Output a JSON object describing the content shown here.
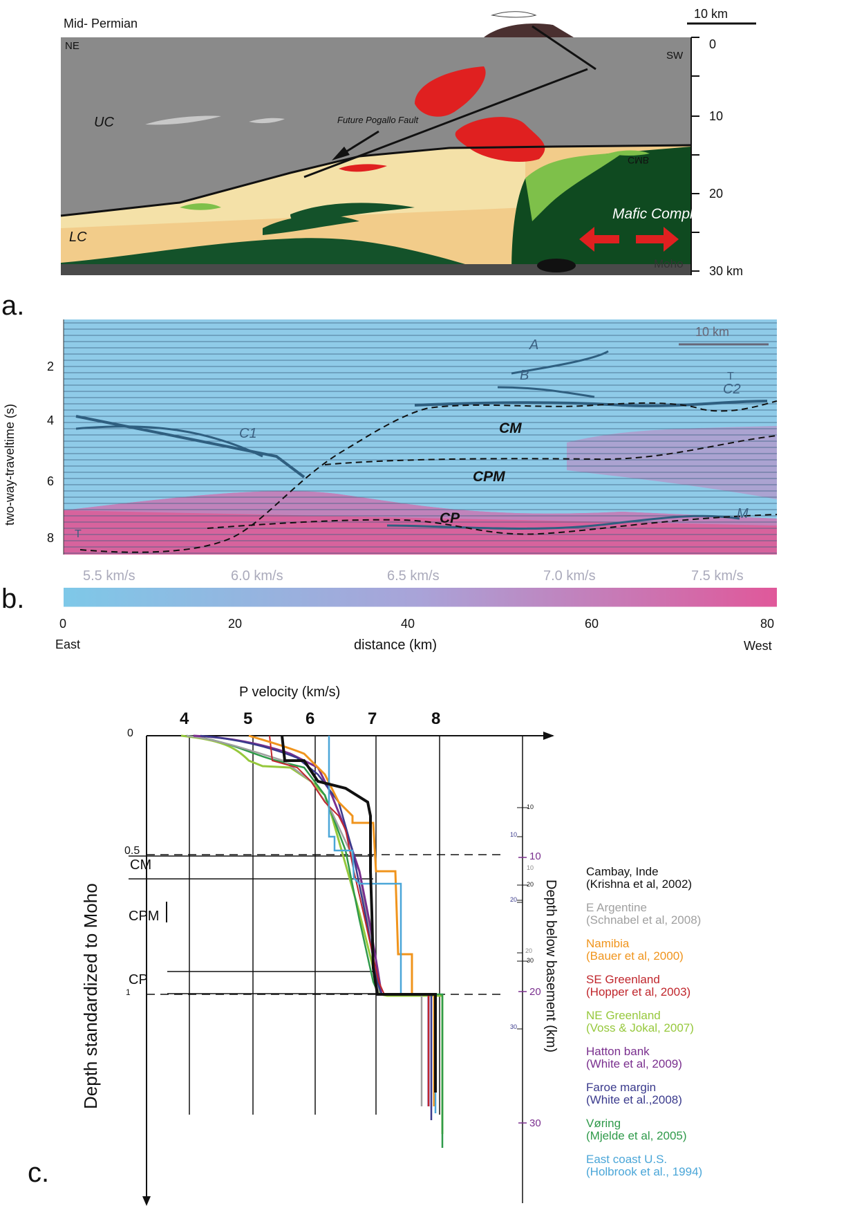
{
  "panel_a": {
    "letter": "a.",
    "period": "Mid- Permian",
    "scale": "10 km",
    "ne": "NE",
    "sw": "SW",
    "uc": "UC",
    "lc": "LC",
    "fault": "Future Pogallo Fault",
    "cmb": "CMB",
    "mafic": "Mafic Complex",
    "moho": "Moho",
    "depth_ticks": [
      "0",
      "10",
      "20",
      "30 km"
    ]
  },
  "panel_b": {
    "letter": "b.",
    "ylabel": "two-way-traveltime (s)",
    "yticks": [
      "2",
      "4",
      "6",
      "8"
    ],
    "scale": "10 km",
    "labels": {
      "A": "A",
      "B": "B",
      "C1": "C1",
      "C2": "C2",
      "T_left": "T",
      "T_right": "T",
      "M": "M",
      "CM": "CM",
      "CPM": "CPM",
      "CP": "CP"
    },
    "velocity_ticks": [
      "5.5 km/s",
      "6.0 km/s",
      "6.5 km/s",
      "7.0 km/s",
      "7.5 km/s"
    ],
    "distance_ticks": [
      "0",
      "20",
      "40",
      "60",
      "80"
    ],
    "east": "East",
    "west": "West",
    "xlabel": "distance (km)",
    "colors": {
      "low": "#7ec8e8",
      "mid": "#a9a3d8",
      "high": "#e0589a"
    }
  },
  "panel_c": {
    "letter": "c.",
    "xlabel": "P velocity (km/s)",
    "ylabel": "Depth standardized to Moho",
    "right_axis_label": "Depth below basement (km)",
    "xticks": [
      "4",
      "5",
      "6",
      "7",
      "8"
    ],
    "yticks": [
      "0",
      "0.5",
      "1"
    ],
    "zones": [
      "CM",
      "CPM",
      "CP"
    ],
    "right_ticks_small": [
      "10",
      "20",
      "30",
      "10",
      "20",
      "30",
      "10",
      "20"
    ],
    "right_ticks_large": [
      "10",
      "20",
      "30"
    ],
    "legend": [
      {
        "name": "Cambay, Inde",
        "ref": "(Krishna et al, 2002)",
        "color": "#111111"
      },
      {
        "name": "E Argentine",
        "ref": "(Schnabel et al, 2008)",
        "color": "#a0a0a0"
      },
      {
        "name": "Namibia",
        "ref": "(Bauer et al, 2000)",
        "color": "#f0941c"
      },
      {
        "name": "SE Greenland",
        "ref": "(Hopper et al, 2003)",
        "color": "#c0262c"
      },
      {
        "name": "NE Greenland",
        "ref": "(Voss & Jokal, 2007)",
        "color": "#96c83c"
      },
      {
        "name": "Hatton bank",
        "ref": "(White et al, 2009)",
        "color": "#7a2f8e"
      },
      {
        "name": "Faroe margin",
        "ref": "(White et al.,2008)",
        "color": "#3a3a8c"
      },
      {
        "name": "Vøring",
        "ref": "(Mjelde et al, 2005)",
        "color": "#2f9a4a"
      },
      {
        "name": "East coast U.S.",
        "ref": "(Holbrook et al., 1994)",
        "color": "#4aa6d8"
      }
    ]
  }
}
